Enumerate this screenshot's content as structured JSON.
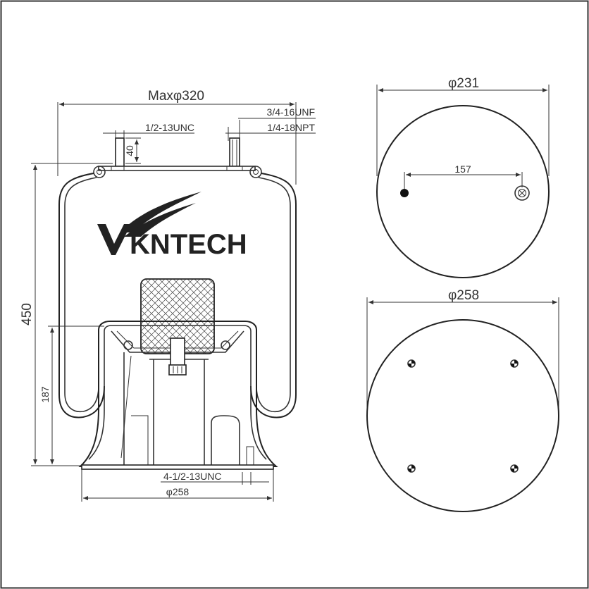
{
  "brand": {
    "logo_text": "KNTECH",
    "logo_mark": "V"
  },
  "side_view": {
    "top_width_label": "Maxφ320",
    "thread_top_right_1": "3/4-16UNF",
    "thread_top_right_2": "1/4-18NPT",
    "thread_top_left": "1/2-13UNC",
    "stud_height_label": "40",
    "overall_height_label": "450",
    "piston_height_label": "187",
    "bottom_thread_label": "4-1/2-13UNC",
    "bottom_width_label": "φ258"
  },
  "top_view": {
    "diameter_label": "φ231",
    "hole_spacing_label": "157"
  },
  "bottom_view": {
    "diameter_label": "φ258"
  }
}
